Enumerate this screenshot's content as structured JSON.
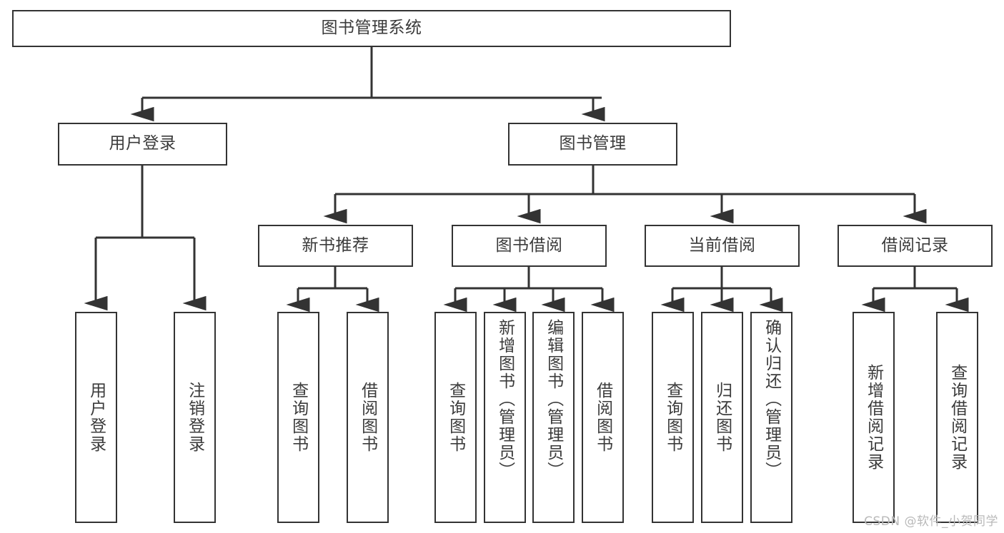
{
  "diagram": {
    "title": "图书管理系统",
    "watermark": "CSDN @软件_小贺同学",
    "colors": {
      "box_border": "#333333",
      "box_fill": "#ffffff",
      "text": "#3b3b3b",
      "edge": "#333333",
      "watermark": "#b9b9b9"
    },
    "nodes": {
      "root": {
        "label": "图书管理系统",
        "orientation": "horizontal"
      },
      "user_login": {
        "label": "用户登录",
        "orientation": "horizontal"
      },
      "book_manage": {
        "label": "图书管理",
        "orientation": "horizontal"
      },
      "new_book_rec": {
        "label": "新书推荐",
        "orientation": "horizontal"
      },
      "book_borrow": {
        "label": "图书借阅",
        "orientation": "horizontal"
      },
      "current_borrow": {
        "label": "当前借阅",
        "orientation": "horizontal"
      },
      "borrow_record": {
        "label": "借阅记录",
        "orientation": "horizontal"
      },
      "leaf_user_login": {
        "label": "用户登录",
        "orientation": "vertical"
      },
      "leaf_logout": {
        "label": "注销登录",
        "orientation": "vertical"
      },
      "leaf_query_book_1": {
        "label": "查询图书",
        "orientation": "vertical"
      },
      "leaf_borrow_book_1": {
        "label": "借阅图书",
        "orientation": "vertical"
      },
      "leaf_query_book_2": {
        "label": "查询图书",
        "orientation": "vertical"
      },
      "leaf_add_book": {
        "label": "新增图书（管理员）",
        "orientation": "vertical"
      },
      "leaf_edit_book": {
        "label": "编辑图书（管理员）",
        "orientation": "vertical"
      },
      "leaf_borrow_book_2": {
        "label": "借阅图书",
        "orientation": "vertical"
      },
      "leaf_query_book_3": {
        "label": "查询图书",
        "orientation": "vertical"
      },
      "leaf_return_book": {
        "label": "归还图书",
        "orientation": "vertical"
      },
      "leaf_confirm_return": {
        "label": "确认归还（管理员）",
        "orientation": "vertical"
      },
      "leaf_add_record": {
        "label": "新增借阅记录",
        "orientation": "vertical"
      },
      "leaf_query_record": {
        "label": "查询借阅记录",
        "orientation": "vertical"
      }
    },
    "hierarchy": [
      {
        "label": "图书管理系统",
        "children": [
          {
            "label": "用户登录",
            "children": [
              {
                "label": "用户登录"
              },
              {
                "label": "注销登录"
              }
            ]
          },
          {
            "label": "图书管理",
            "children": [
              {
                "label": "新书推荐",
                "children": [
                  {
                    "label": "查询图书"
                  },
                  {
                    "label": "借阅图书"
                  }
                ]
              },
              {
                "label": "图书借阅",
                "children": [
                  {
                    "label": "查询图书"
                  },
                  {
                    "label": "新增图书（管理员）"
                  },
                  {
                    "label": "编辑图书（管理员）"
                  },
                  {
                    "label": "借阅图书"
                  }
                ]
              },
              {
                "label": "当前借阅",
                "children": [
                  {
                    "label": "查询图书"
                  },
                  {
                    "label": "归还图书"
                  },
                  {
                    "label": "确认归还（管理员）"
                  }
                ]
              },
              {
                "label": "借阅记录",
                "children": [
                  {
                    "label": "新增借阅记录"
                  },
                  {
                    "label": "查询借阅记录"
                  }
                ]
              }
            ]
          }
        ]
      }
    ]
  }
}
